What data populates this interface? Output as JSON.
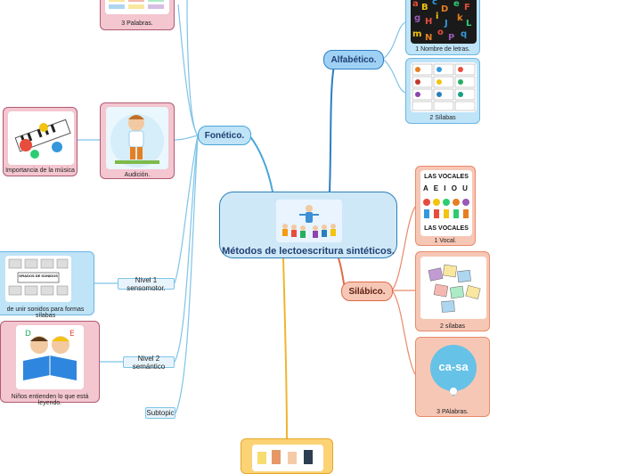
{
  "central": {
    "title": "Métodos de lectoescritura sintéticos."
  },
  "topics": {
    "fonetico": "Fonético.",
    "alfabetico": "Alfabético.",
    "silabico": "Silábico."
  },
  "subtopics": {
    "nivel1": "Nivel 1 sensomotor.",
    "nivel2": "Nivel 2 semántico",
    "subtopic": "Subtopic"
  },
  "cards": {
    "tres_palabras_top": "3 Palabras.",
    "importancia_musica": "Importancia de la música",
    "audicion": "Audición.",
    "unir_sonidos": "de unir sonidos para formas sílabas",
    "ninos_entienden": "Niños entienden lo que está leyendo.",
    "nombre_letras": "1 Nombre de letras.",
    "silabas_alfa": "2 Sílabas",
    "vocal": "1 Vocal.",
    "silabas_sil": "2 sílabas",
    "palabras_sil": "3 PAlabras."
  },
  "artwork_text": {
    "las_vocales_top": "LAS VOCALES",
    "vowels": "A E I O U",
    "las_vocales_bottom": "LAS VOCALES",
    "casa": "ca-sa",
    "grados": "GRADOS DE SONIDOS"
  },
  "colors": {
    "link_blue": "#4aa6d8",
    "link_deepblue": "#2e7ec3",
    "link_red": "#e0694a",
    "link_yellow": "#f1b431",
    "light_blue_link": "#7ec4e8"
  }
}
